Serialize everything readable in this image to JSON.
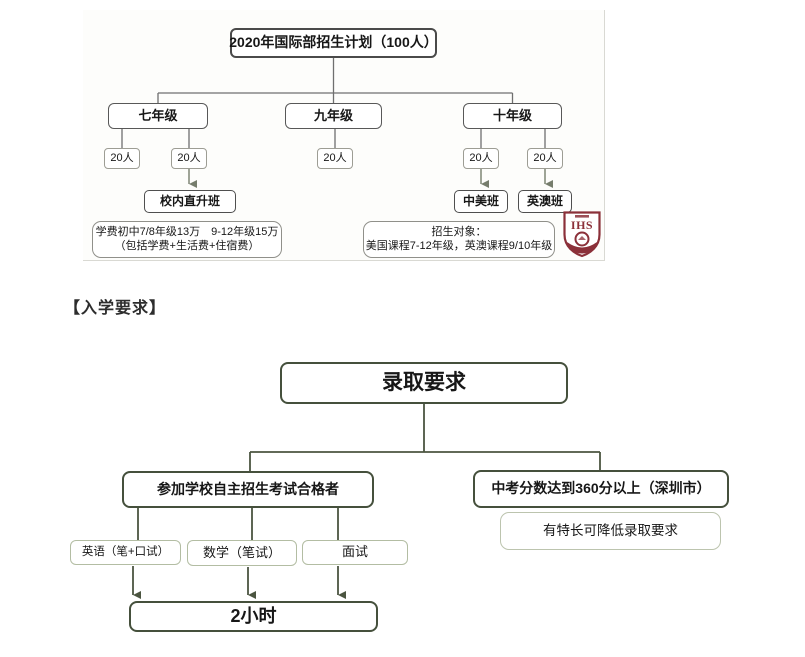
{
  "chart1": {
    "title": "2020年国际部招生计划（100人）",
    "grades": [
      "七年级",
      "九年级",
      "十年级"
    ],
    "count_label": "20人",
    "class_direct": "校内直升班",
    "class_sino_us": "中美班",
    "class_uk_au": "英澳班",
    "fee_line1": "学费初中7/8年级13万　9-12年级15万",
    "fee_line2": "（包括学费+生活费+住宿费）",
    "target_line1": "招生对象：",
    "target_line2": "美国课程7-12年级，英澳课程9/10年级",
    "logo": "IHS"
  },
  "heading": "【入学要求】",
  "chart2": {
    "root": "录取要求",
    "exam_pass": "参加学校自主招生考试合格者",
    "score_req": "中考分数达到360分以上（深圳市）",
    "special_note": "有特长可降低录取要求",
    "exams": [
      "英语（笔+口试）",
      "数学（笔试）",
      "面试"
    ],
    "duration": "2小时"
  },
  "colors": {
    "chart1_line": "#6f6f6f",
    "chart1_arrow": "#767d6c",
    "chart2_line": "#4b5540",
    "logo_red": "#8b3039"
  }
}
